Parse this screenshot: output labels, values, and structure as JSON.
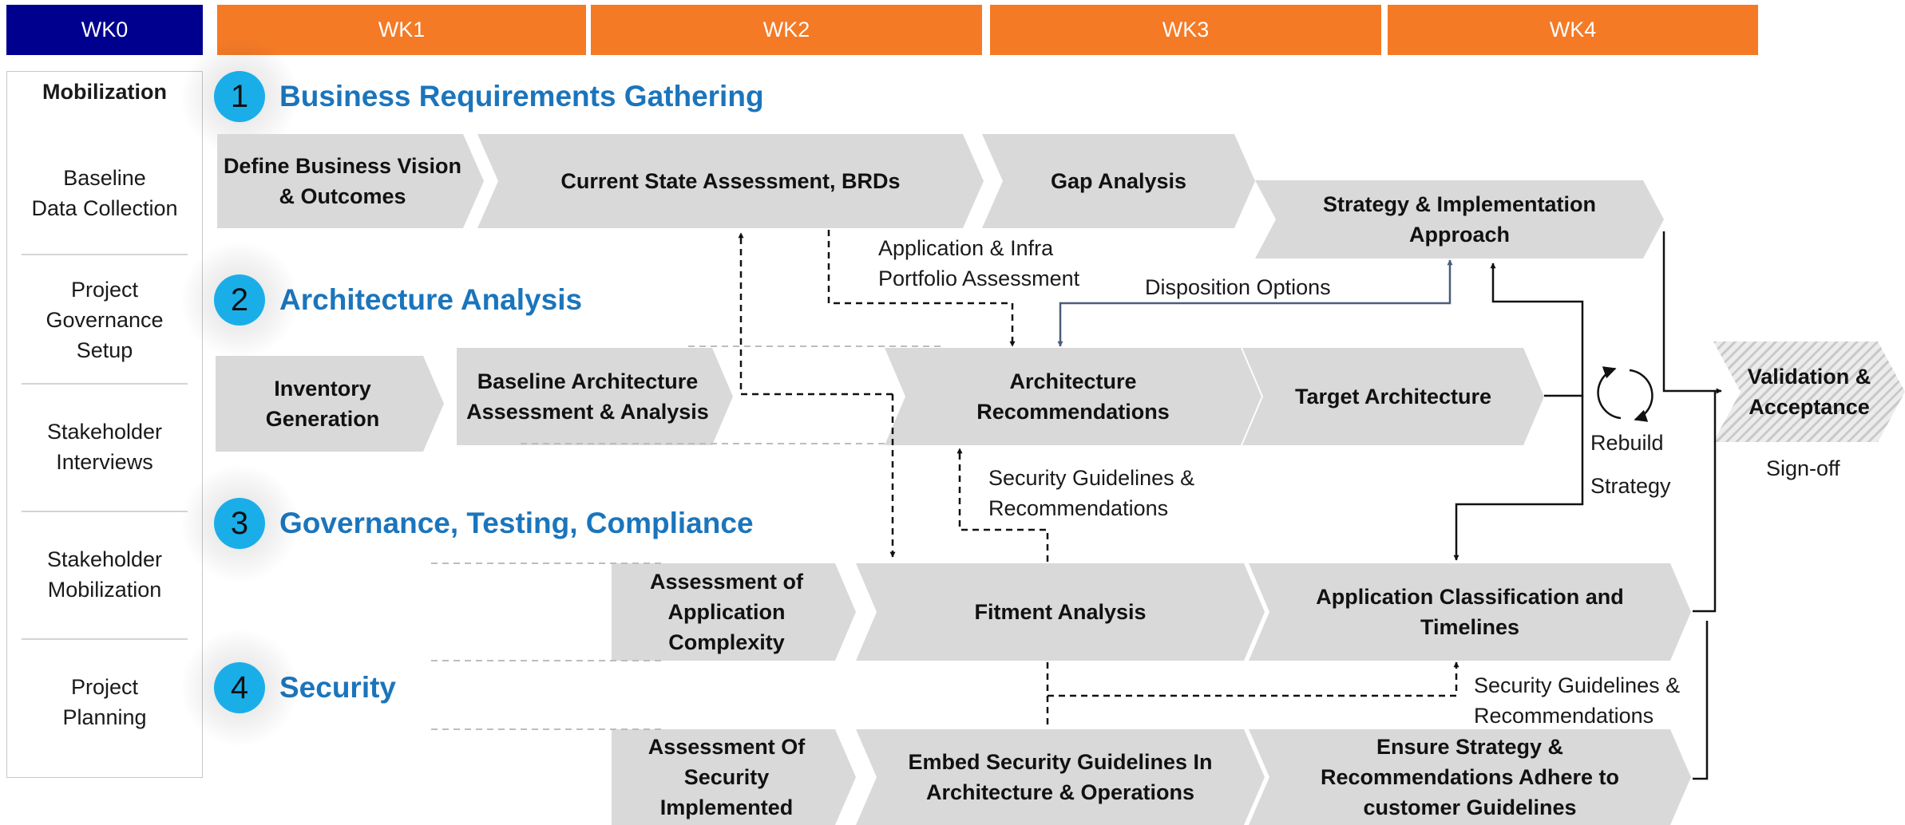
{
  "weeks": [
    "WK0",
    "WK1",
    "WK2",
    "WK3",
    "WK4"
  ],
  "sidebar": {
    "items": [
      "Mobilization",
      "Baseline\nData Collection",
      "Project\nGovernance\nSetup",
      "Stakeholder\nInterviews",
      "Stakeholder\nMobilization",
      "Project\nPlanning"
    ]
  },
  "sections": [
    {
      "number": "1",
      "title": "Business Requirements Gathering"
    },
    {
      "number": "2",
      "title": "Architecture Analysis"
    },
    {
      "number": "3",
      "title": "Governance, Testing, Compliance"
    },
    {
      "number": "4",
      "title": "Security"
    }
  ],
  "steps": {
    "define_vision": "Define Business Vision\n& Outcomes",
    "current_state": "Current State  Assessment, BRDs",
    "gap_analysis": "Gap Analysis",
    "strategy": "Strategy & Implementation\nApproach",
    "inventory": "Inventory\nGeneration",
    "baseline_arch": "Baseline Architecture\nAssessment & Analysis",
    "arch_recs": "Architecture\nRecommendations",
    "target_arch": "Target Architecture",
    "validation": "Validation &\nAcceptance",
    "assess_complexity": "Assessment of\nApplication\nComplexity",
    "fitment": "Fitment Analysis",
    "app_class": "Application Classification and\nTimelines",
    "assess_security": "Assessment Of\nSecurity\nImplemented",
    "embed_security": "Embed Security Guidelines In\nArchitecture & Operations",
    "ensure_strategy": "Ensure Strategy &\nRecommendations Adhere to\ncustomer Guidelines"
  },
  "labels": {
    "portfolio": "Application & Infra\nPortfolio Assessment",
    "disposition": "Disposition Options",
    "rebuild": "Rebuild",
    "strategy": "Strategy",
    "signoff": "Sign-off",
    "security_recs_1": "Security Guidelines &\nRecommendations",
    "security_recs_2": "Security Guidelines &\nRecommendations"
  },
  "colors": {
    "wk0": "#00008f",
    "wk": "#f47a26",
    "section_title": "#1b75bc",
    "circle": "#1aaee9",
    "step": "#d9d9d9",
    "disposition_arrow": "#4a5d7a"
  },
  "icons": [
    "refresh-cycle-icon"
  ]
}
